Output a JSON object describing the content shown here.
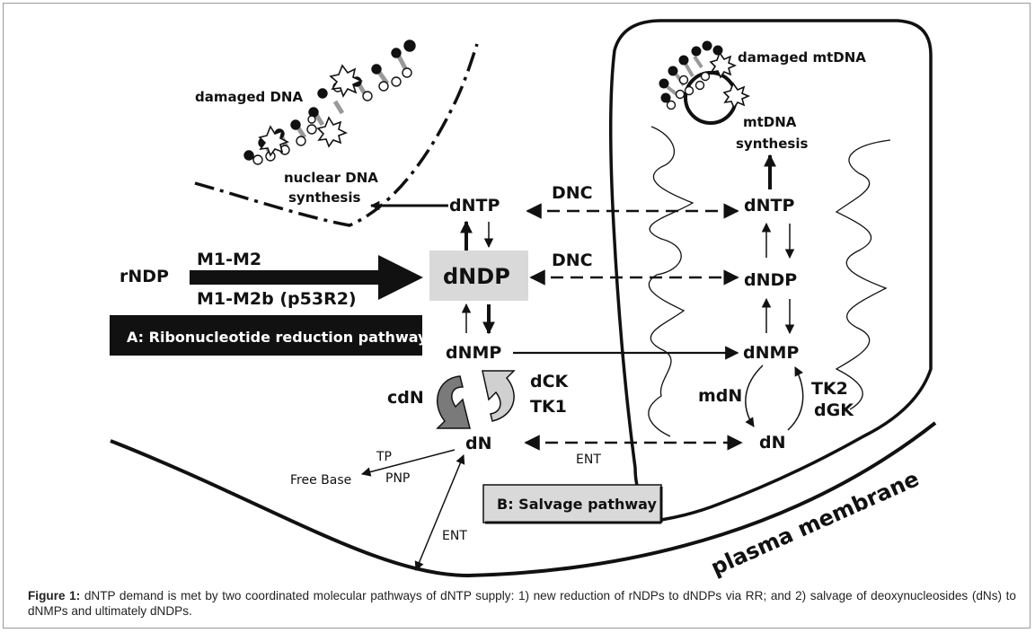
{
  "labels": {
    "damaged_dna": "damaged DNA",
    "damaged_mtdna": "damaged mtDNA",
    "nuclear_synthesis_line1": "nuclear DNA",
    "nuclear_synthesis_line2": "synthesis",
    "mtdna_synthesis_line1": "mtDNA",
    "mtdna_synthesis_line2": "synthesis",
    "rndp": "rNDP",
    "m1m2": "M1-M2",
    "m1m2b": "M1-M2b (p53R2)",
    "pathway_a": "A: Ribonucleotide  reduction pathway",
    "pathway_b": "B: Salvage  pathway",
    "dntp": "dNTP",
    "dndp": "dNDP",
    "dnmp": "dNMP",
    "dn": "dN",
    "mito_dntp": "dNTP",
    "mito_dndp": "dNDP",
    "mito_dnmp": "dNMP",
    "mito_dn": "dN",
    "dnc_top": "DNC",
    "dnc_mid": "DNC",
    "ent_mid": "ENT",
    "ent_bottom": "ENT",
    "cdn": "cdN",
    "dck": "dCK",
    "tk1": "TK1",
    "mdn": "mdN",
    "tk2": "TK2",
    "dgk": "dGK",
    "tp": "TP",
    "pnp": "PNP",
    "free_base": "Free Base",
    "plasma_membrane": "plasma membrane"
  },
  "caption": {
    "label": "Figure 1:",
    "text": " dNTP demand is met by two coordinated molecular pathways of dNTP supply: 1) new reduction of rNDPs to dNDPs via RR; and 2) salvage of deoxynucleosides (dNs) to dNMPs and ultimately dNDPs."
  }
}
